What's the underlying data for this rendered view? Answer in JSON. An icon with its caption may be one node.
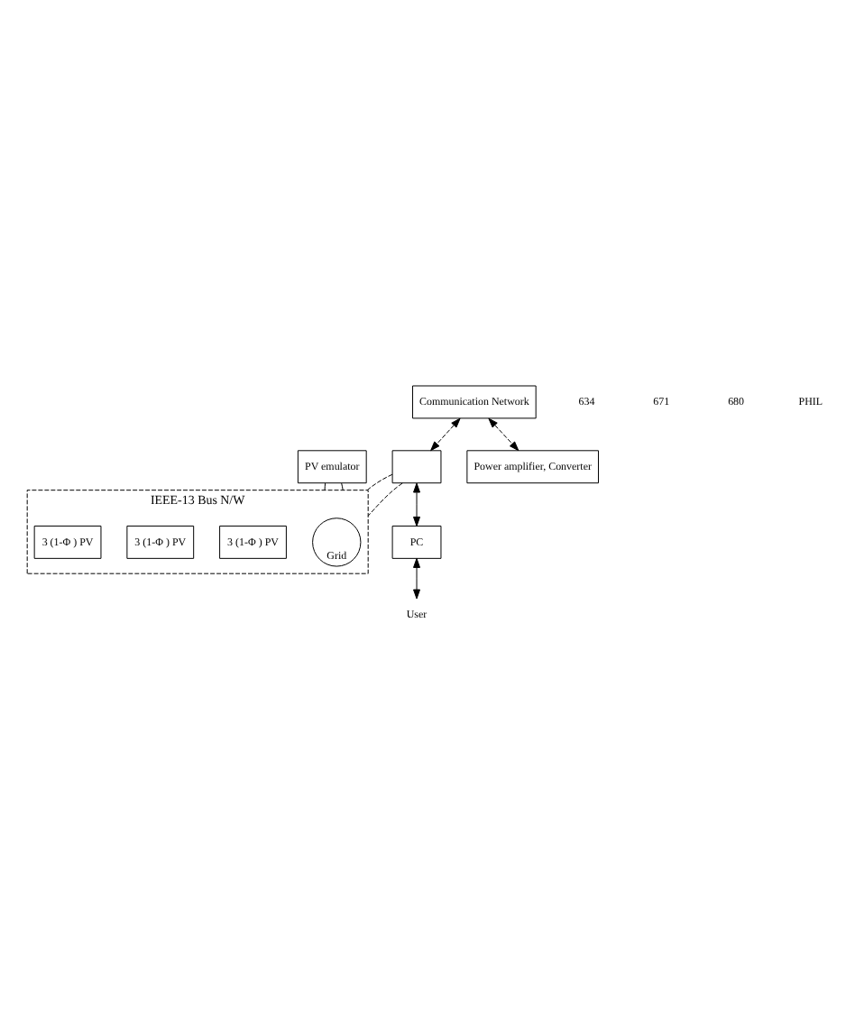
{
  "diagram": {
    "nodes": [
      {
        "text": [],
        "shape": "box"
      },
      {
        "text": [
          "PC"
        ]
      },
      {
        "text": [
          "User"
        ]
      },
      {
        "text": [
          "Communication Network"
        ]
      },
      {
        "text": [
          "PV emulator"
        ]
      },
      {
        "text": [
          "Power amplifier, Converter"
        ]
      },
      {
        "text": [
          "IEEE-13 Bus N/W"
        ]
      },
      {
        "text": [
          "Grid"
        ],
        "in": 6
      },
      {
        "text": [
          "3 (1-Φ ) PV"
        ],
        "in": 6
      },
      {
        "text": [
          "3 (1-Φ ) PV"
        ],
        "in": 6
      },
      {
        "text": [
          "3 (1-Φ ) PV"
        ],
        "in": 6
      }
    ],
    "edges": [
      {
        "from": 0,
        "to": 1,
        "arrow": "both"
      },
      {
        "from": 1,
        "to": 2,
        "arrow": "both"
      },
      {
        "from": 3,
        "to": 0,
        "arrow": "both",
        "style": "dashed"
      },
      {
        "from": 3,
        "to": 5,
        "arrow": "both",
        "style": "dashed"
      },
      {
        "from": 0,
        "to": 6,
        "arrow": "none",
        "style": "dashed"
      },
      {
        "from": 0,
        "to": 6,
        "arrow": "none",
        "style": "dashed"
      },
      {
        "from": 4,
        "to": 6,
        "arrow": "none"
      },
      {
        "from": 4,
        "to": 6,
        "arrow": "none"
      }
    ],
    "labels": [
      "634",
      "671",
      "680",
      "PHIL"
    ]
  }
}
